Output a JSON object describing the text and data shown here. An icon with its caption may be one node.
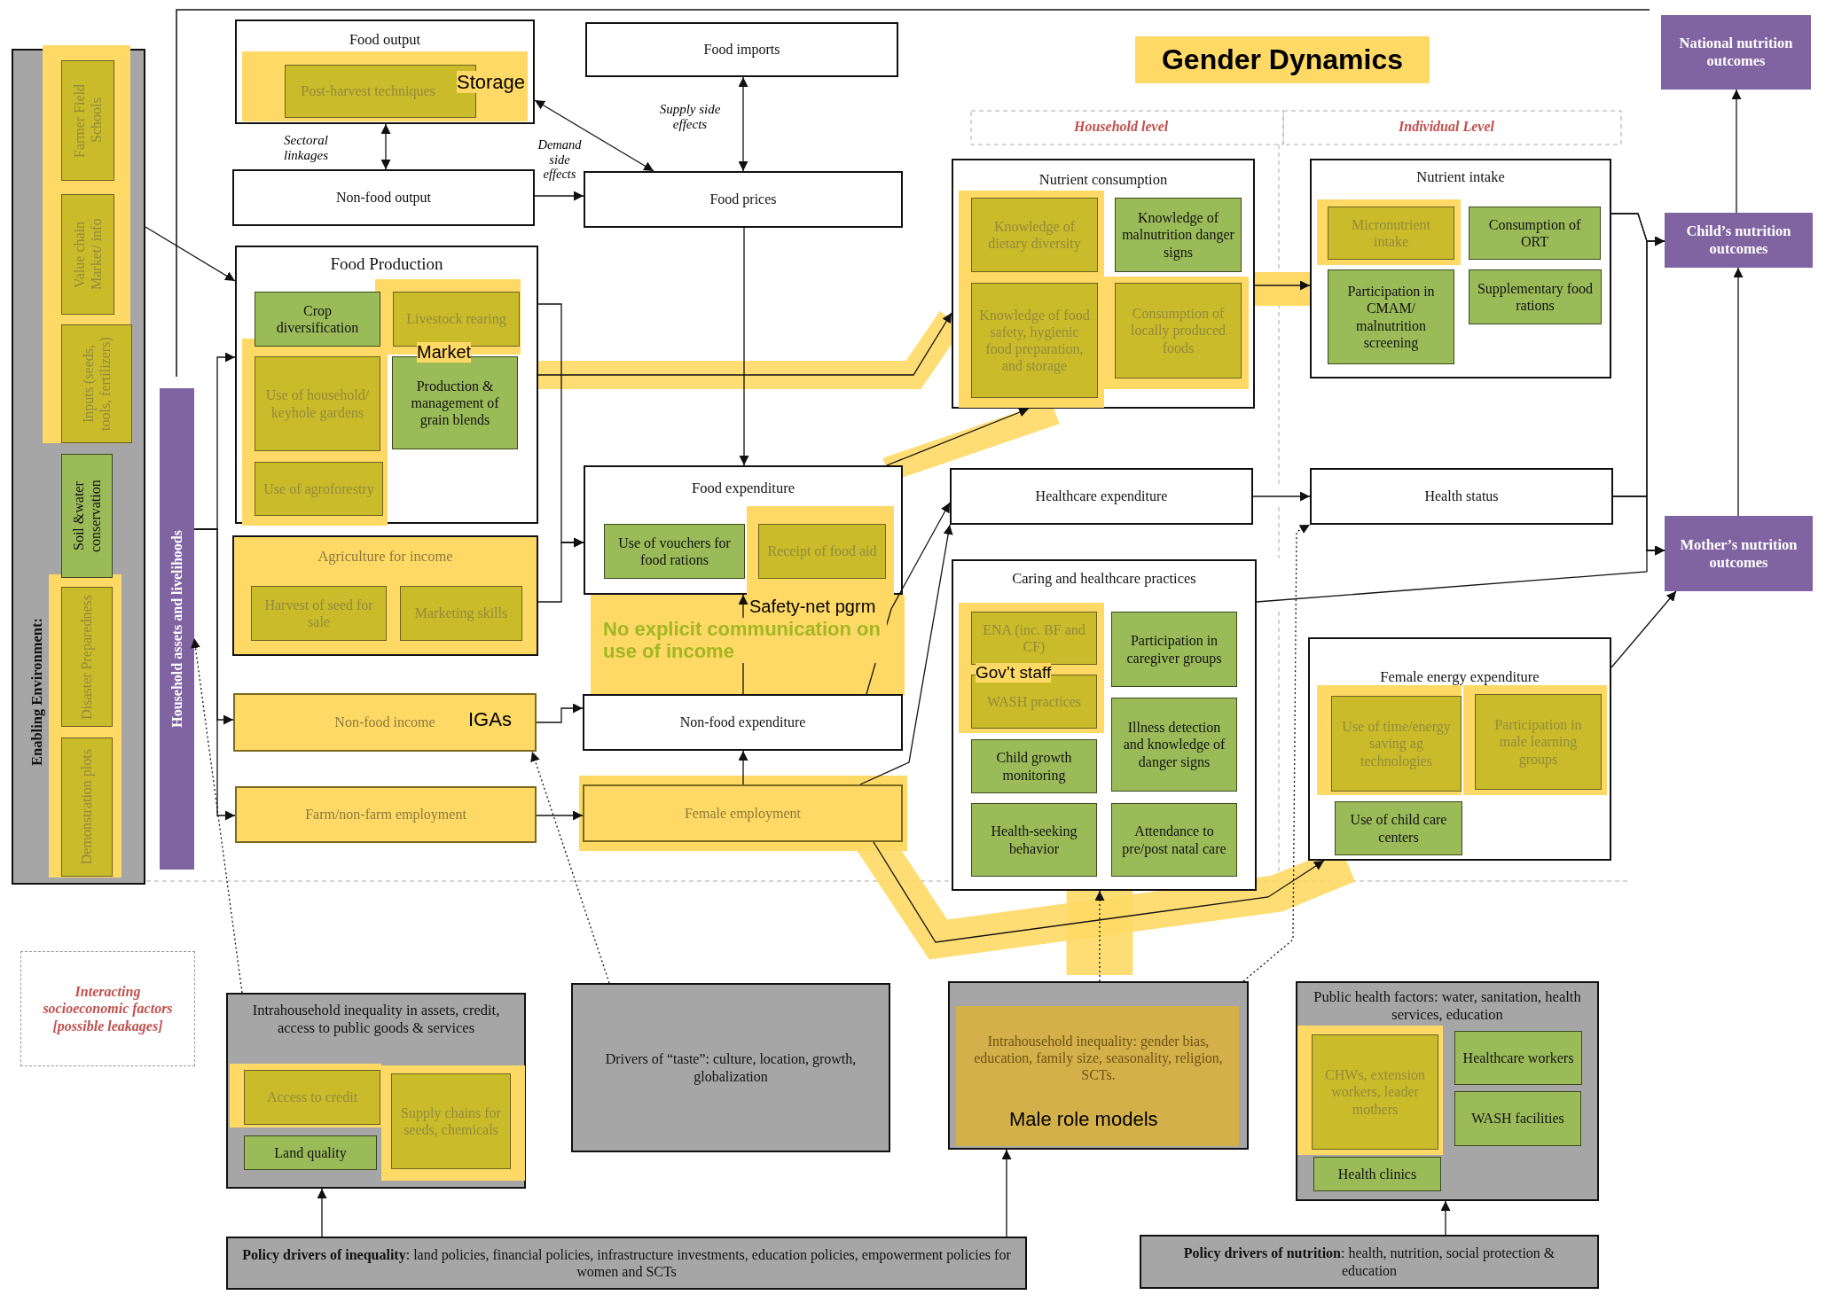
{
  "diagram": {
    "nodes": [
      {
        "text": [
          "Enabling Environment:"
        ]
      },
      {
        "text": [
          "Farmer Field Schools"
        ],
        "in": 0
      },
      {
        "text": [
          "Value chain Market/ info"
        ],
        "in": 0
      },
      {
        "text": [
          "Inputs (seeds, tools, fertilizers)"
        ],
        "in": 0
      },
      {
        "text": [
          "Soil &water conservation"
        ],
        "in": 0
      },
      {
        "text": [
          "Disaster Preparedness"
        ],
        "in": 0
      },
      {
        "text": [
          "Demonstration plots"
        ],
        "in": 0
      },
      {
        "text": [
          "Household assets and livelihoods"
        ]
      },
      {
        "text": [
          "Food output"
        ]
      },
      {
        "text": [
          "Post-harvest techniques"
        ],
        "in": 8
      },
      {
        "text": [
          "Food imports"
        ]
      },
      {
        "text": [
          "Non-food output"
        ]
      },
      {
        "text": [
          "Food prices"
        ]
      },
      {
        "text": [
          "Food Production"
        ]
      },
      {
        "text": [
          "Crop diversification"
        ],
        "in": 13
      },
      {
        "text": [
          "Livestock rearing"
        ],
        "in": 13
      },
      {
        "text": [
          "Use of household/ keyhole gardens"
        ],
        "in": 13
      },
      {
        "text": [
          "Production & management of grain blends"
        ],
        "in": 13
      },
      {
        "text": [
          "Use of agroforestry"
        ],
        "in": 13
      },
      {
        "text": [
          "Agriculture for income"
        ]
      },
      {
        "text": [
          "Harvest of seed for sale"
        ],
        "in": 19
      },
      {
        "text": [
          "Marketing skills"
        ],
        "in": 19
      },
      {
        "text": [
          "Non-food income"
        ]
      },
      {
        "text": [
          "Farm/non-farm employment"
        ]
      },
      {
        "text": [
          "Food expenditure"
        ]
      },
      {
        "text": [
          "Use of vouchers for food rations"
        ],
        "in": 24
      },
      {
        "text": [
          "Receipt of food aid"
        ],
        "in": 24
      },
      {
        "text": [
          "Non-food expenditure"
        ]
      },
      {
        "text": [
          "Female employment"
        ]
      },
      {
        "text": [
          "Nutrient consumption"
        ]
      },
      {
        "text": [
          "Knowledge of dietary diversity"
        ],
        "in": 29
      },
      {
        "text": [
          "Knowledge of malnutrition danger signs"
        ],
        "in": 29
      },
      {
        "text": [
          "Knowledge of food safety, hygienic food preparation, and storage"
        ],
        "in": 29
      },
      {
        "text": [
          "Consumption of locally produced foods"
        ],
        "in": 29
      },
      {
        "text": [
          "Nutrient intake"
        ]
      },
      {
        "text": [
          "Micronutrient intake"
        ],
        "in": 34
      },
      {
        "text": [
          "Consumption of ORT"
        ],
        "in": 34
      },
      {
        "text": [
          "Participation in CMAM/ malnutrition screening"
        ],
        "in": 34
      },
      {
        "text": [
          "Supplementary food rations"
        ],
        "in": 34
      },
      {
        "text": [
          "Healthcare expenditure"
        ]
      },
      {
        "text": [
          "Health status"
        ]
      },
      {
        "text": [
          "Caring and healthcare practices"
        ]
      },
      {
        "text": [
          "ENA (inc. BF and CF)"
        ],
        "in": 41
      },
      {
        "text": [
          "Participation in caregiver groups"
        ],
        "in": 41
      },
      {
        "text": [
          "WASH practices"
        ],
        "in": 41
      },
      {
        "text": [
          "Illness detection and knowledge of danger signs"
        ],
        "in": 41
      },
      {
        "text": [
          "Child growth monitoring"
        ],
        "in": 41
      },
      {
        "text": [
          "Health-seeking behavior"
        ],
        "in": 41
      },
      {
        "text": [
          "Attendance to pre/post natal care"
        ],
        "in": 41
      },
      {
        "text": [
          "Female energy expenditure"
        ]
      },
      {
        "text": [
          "Use of time/energy saving ag technologies"
        ],
        "in": 49
      },
      {
        "text": [
          "Participation in male learning groups"
        ],
        "in": 49
      },
      {
        "text": [
          "Use of child care centers"
        ],
        "in": 49
      },
      {
        "text": [
          "National nutrition outcomes"
        ]
      },
      {
        "text": [
          "Child’s nutrition outcomes"
        ]
      },
      {
        "text": [
          "Mother’s nutrition outcomes"
        ]
      },
      {
        "text": [
          "Interacting socioeconomic factors [possible leakages]"
        ]
      },
      {
        "text": [
          "Intrahousehold inequality in assets, credit, access to public goods & services"
        ]
      },
      {
        "text": [
          "Access to credit"
        ],
        "in": 57
      },
      {
        "text": [
          "Supply chains for seeds, chemicals"
        ],
        "in": 57
      },
      {
        "text": [
          "Land quality"
        ],
        "in": 57
      },
      {
        "text": [
          "Drivers of “taste”: culture, location, growth, globalization"
        ]
      },
      {
        "text": [
          "Intrahousehold inequality: gender bias, education, family size, seasonality, religion, SCTs."
        ]
      },
      {
        "text": [
          "Public health factors: water, sanitation, health services, education"
        ]
      },
      {
        "text": [
          "CHWs, extension workers, leader mothers"
        ],
        "in": 63
      },
      {
        "text": [
          "Healthcare workers"
        ],
        "in": 63
      },
      {
        "text": [
          "WASH facilities"
        ],
        "in": 63
      },
      {
        "text": [
          "Health clinics"
        ],
        "in": 63
      },
      {
        "text": [
          "**Policy drivers of inequality**: land policies, financial policies, infrastructure investments, education policies, empowerment policies for women and SCTs"
        ]
      },
      {
        "text": [
          "**Policy drivers of nutrition**: health, nutrition, social protection & education"
        ]
      }
    ],
    "edges": [
      {
        "from": 0,
        "to": 13,
        "arrow": "to"
      },
      {
        "from": 8,
        "to": 11,
        "arrow": "both",
        "label": "Sectoral linkages"
      },
      {
        "from": 8,
        "to": 12,
        "arrow": "both"
      },
      {
        "from": 10,
        "to": 12,
        "arrow": "both",
        "label": "Supply side effects"
      },
      {
        "from": 11,
        "to": 12,
        "arrow": "to",
        "label": "Demand side effects"
      },
      {
        "from": 12,
        "to": 24,
        "arrow": "to"
      },
      {
        "from": 7,
        "to": 13,
        "arrow": "to"
      },
      {
        "from": 7,
        "to": 22,
        "arrow": "to"
      },
      {
        "from": 7,
        "to": 23,
        "arrow": "to"
      },
      {
        "from": 13,
        "to": 24,
        "arrow": "to"
      },
      {
        "from": 19,
        "to": 24,
        "arrow": "to"
      },
      {
        "from": 22,
        "to": 27,
        "arrow": "to"
      },
      {
        "from": 13,
        "to": 29,
        "arrow": "to"
      },
      {
        "from": 24,
        "to": 29,
        "arrow": "to"
      },
      {
        "from": 29,
        "to": 34,
        "arrow": "to"
      },
      {
        "from": 39,
        "to": 40,
        "arrow": "to"
      },
      {
        "from": 34,
        "to": 54,
        "arrow": "to"
      },
      {
        "from": 34,
        "to": 55,
        "arrow": "to"
      },
      {
        "from": 40,
        "to": 54,
        "arrow": "to"
      },
      {
        "from": 40,
        "to": 55,
        "arrow": "to"
      },
      {
        "from": 41,
        "to": 55,
        "arrow": "to"
      },
      {
        "from": 54,
        "to": 53,
        "arrow": "to"
      },
      {
        "from": 55,
        "to": 54,
        "arrow": "to"
      },
      {
        "from": 49,
        "to": 55,
        "arrow": "to"
      },
      {
        "from": 27,
        "to": 39,
        "arrow": "to"
      },
      {
        "from": 28,
        "to": 39,
        "arrow": "to"
      },
      {
        "from": 28,
        "to": 27,
        "arrow": "to"
      },
      {
        "from": 27,
        "to": 24,
        "arrow": "to"
      },
      {
        "from": 23,
        "to": 28,
        "arrow": "to"
      },
      {
        "from": 28,
        "to": 49,
        "arrow": "to"
      },
      {
        "from": 62,
        "to": 41,
        "arrow": "to",
        "style": "dashed"
      },
      {
        "from": 57,
        "to": 7,
        "arrow": "to",
        "style": "dashed"
      },
      {
        "from": 61,
        "to": 22,
        "arrow": "to",
        "style": "dashed"
      },
      {
        "from": 62,
        "to": 40,
        "arrow": "to",
        "style": "dashed"
      },
      {
        "from": 68,
        "to": 57,
        "arrow": "to"
      },
      {
        "from": 68,
        "to": 62,
        "arrow": "to"
      },
      {
        "from": 69,
        "to": 63,
        "arrow": "to"
      }
    ],
    "labels": [
      "Gender Dynamics",
      "Storage",
      "Household level",
      "Individual Level",
      "Market",
      "Safety-net pgrm",
      "No explicit communication on use of income",
      "IGAs",
      "Gov’t staff",
      "Male role models"
    ]
  }
}
